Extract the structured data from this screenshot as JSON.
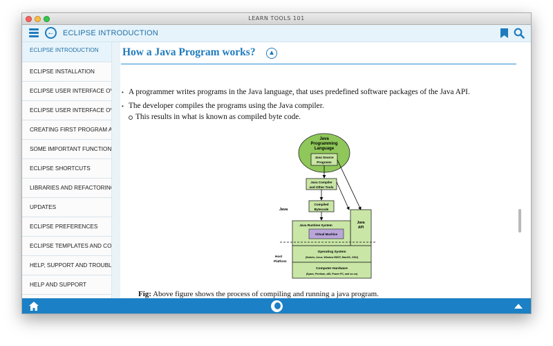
{
  "window": {
    "title": "LEARN TOOLS 101"
  },
  "appbar": {
    "title": "ECLIPSE INTRODUCTION"
  },
  "sidebar": {
    "items": [
      {
        "label": "ECLIPSE INTRODUCTION"
      },
      {
        "label": "ECLIPSE INSTALLATION"
      },
      {
        "label": "ECLIPSE USER INTERFACE OV..."
      },
      {
        "label": "ECLIPSE USER INTERFACE OV..."
      },
      {
        "label": "CREATING FIRST PROGRAM A..."
      },
      {
        "label": "SOME IMPORTANT FUNCTIONS"
      },
      {
        "label": "ECLIPSE SHORTCUTS"
      },
      {
        "label": "LIBRARIES AND REFACTORING"
      },
      {
        "label": "UPDATES"
      },
      {
        "label": "ECLIPSE PREFERENCES"
      },
      {
        "label": "ECLIPSE TEMPLATES AND CO..."
      },
      {
        "label": "HELP, SUPPORT AND TROUBL..."
      },
      {
        "label": "HELP AND SUPPORT"
      }
    ]
  },
  "content": {
    "title": "How a Java Program works?",
    "bullets": [
      "A programmer writes programs in the Java language, that uses predefined software packages of the Java API.",
      "The developer compiles the programs using the Java compiler."
    ],
    "sub_bullet": "This results in what is known as compiled byte code.",
    "figure": {
      "java_language_line1": "Java",
      "java_language_line2": "Programming",
      "java_language_line3": "Language",
      "source_line1": "Java Source",
      "source_line2": "Programs",
      "compiler_line1": "Java Compiler",
      "compiler_line2": "and Other Tools",
      "bytecode_line1": "Compiled",
      "bytecode_line2": "Bytecode",
      "java_label": "Java",
      "runtime": "Java Runtime System",
      "vm": "Virtual Machine",
      "api_line1": "Java",
      "api_line2": "API",
      "host_line1": "Host",
      "host_line2": "Platform",
      "os_title": "Operating System",
      "os_detail": "(Solaris, Linux, Window 95/NT, MacOS, OS/2)",
      "hw_title": "Computer Hardware",
      "hw_detail": "(Sparc, Pentium, x86, Power PC, and so on)"
    },
    "caption_prefix": "Fig:",
    "caption_text": " Above figure shows the process of compiling and running a java program."
  },
  "colors": {
    "accent": "#1f7bbd",
    "bottombar": "#1b80c6",
    "figure_green": "#c9e6a6",
    "figure_oval": "#8fc75a",
    "figure_purple": "#b9a6d9"
  }
}
